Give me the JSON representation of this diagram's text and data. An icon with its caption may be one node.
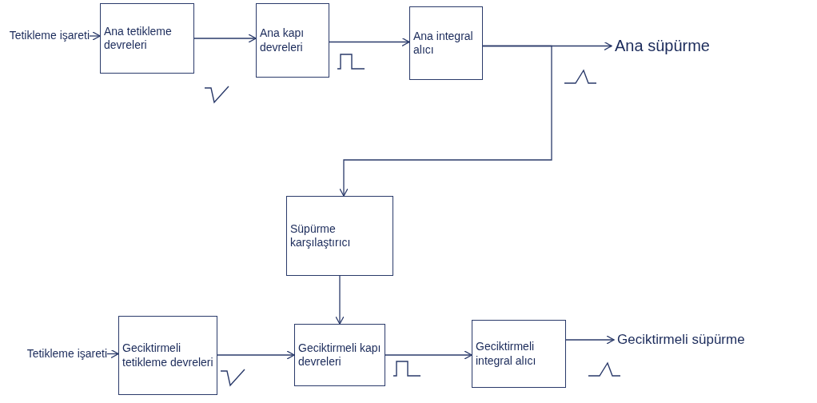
{
  "diagram": {
    "nodes": [
      {
        "text": [
          "Tetikleme işareti"
        ]
      },
      {
        "text": [
          "Ana tetikleme devreleri"
        ]
      },
      {
        "text": [
          "Ana kapı devreleri"
        ]
      },
      {
        "text": [
          "Ana integral alıcı"
        ]
      },
      {
        "text": [
          "Ana süpürme"
        ]
      },
      {
        "text": [
          "Süpürme karşılaştırıcı"
        ]
      },
      {
        "text": [
          "Tetikleme işareti"
        ]
      },
      {
        "text": [
          "Geciktirmeli tetikleme devreleri"
        ]
      },
      {
        "text": [
          "Geciktirmeli kapı devreleri"
        ]
      },
      {
        "text": [
          "Geciktirmeli integral alıcı"
        ]
      },
      {
        "text": [
          "Geciktirmeli süpürme"
        ]
      }
    ],
    "edges": [
      {
        "from": 0,
        "to": 1,
        "arrow": "to"
      },
      {
        "from": 1,
        "to": 2,
        "arrow": "to"
      },
      {
        "from": 2,
        "to": 3,
        "arrow": "to"
      },
      {
        "from": 3,
        "to": 4,
        "arrow": "to"
      },
      {
        "from": 3,
        "to": 5,
        "arrow": "to"
      },
      {
        "from": 5,
        "to": 8,
        "arrow": "to"
      },
      {
        "from": 6,
        "to": 7,
        "arrow": "to"
      },
      {
        "from": 7,
        "to": 8,
        "arrow": "to"
      },
      {
        "from": 8,
        "to": 9,
        "arrow": "to"
      },
      {
        "from": 9,
        "to": 10,
        "arrow": "to"
      }
    ]
  }
}
